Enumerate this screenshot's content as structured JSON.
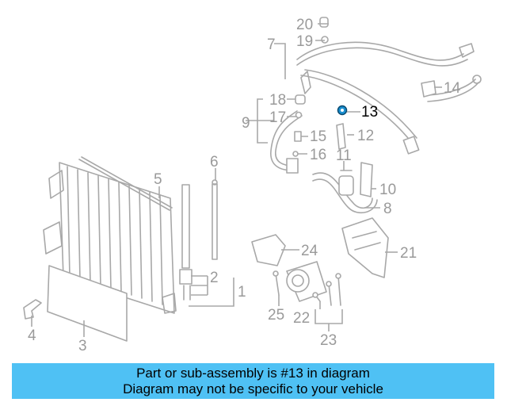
{
  "diagram": {
    "highlighted_part": "13",
    "callouts": [
      "1",
      "2",
      "3",
      "4",
      "5",
      "6",
      "7",
      "8",
      "9",
      "10",
      "11",
      "12",
      "13",
      "14",
      "15",
      "16",
      "17",
      "18",
      "19",
      "20",
      "21",
      "22",
      "23",
      "24",
      "25"
    ]
  },
  "banner": {
    "line1": "Part or sub-assembly is #13 in diagram",
    "line2": "Diagram may not be specific to your vehicle",
    "color": "#4fc1f4"
  },
  "colors": {
    "line_art": "#a8a8a8",
    "highlight_part": "#1a8fd0",
    "label": "#9a9a9a"
  }
}
